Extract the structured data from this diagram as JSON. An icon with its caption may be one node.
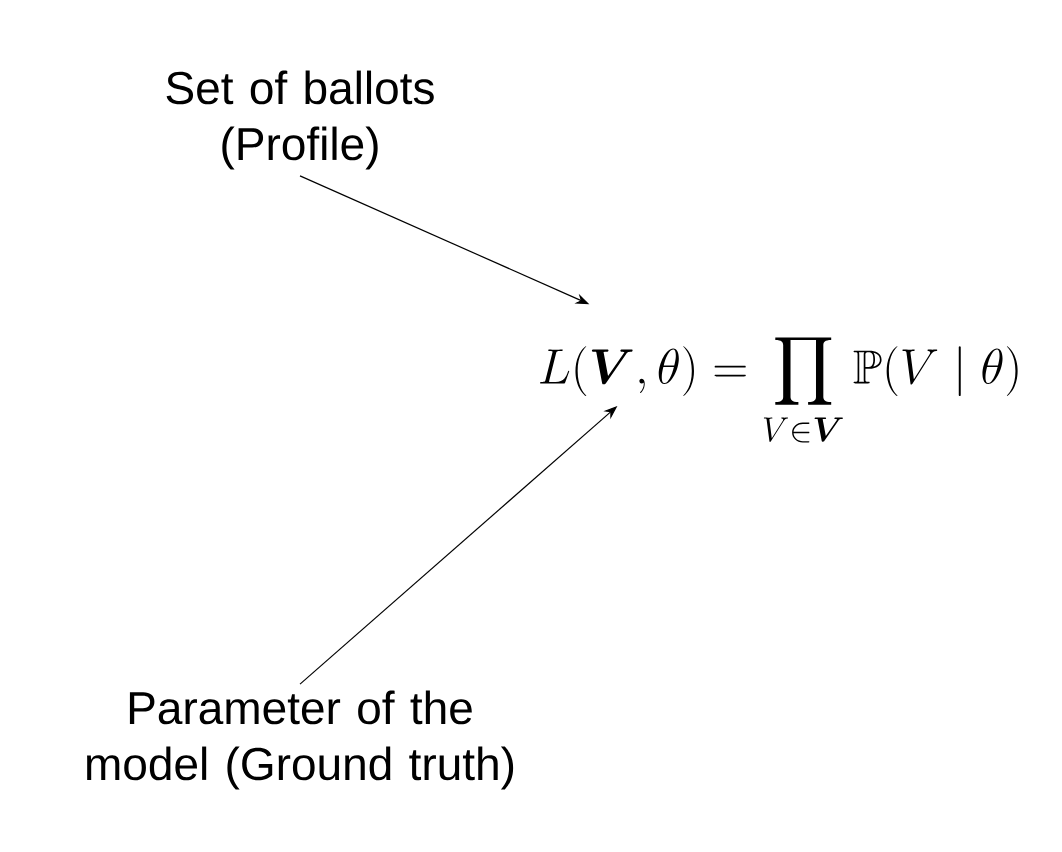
{
  "diagram": {
    "nodes": [
      {
        "text": [
          "Set of ballots (Profile)"
        ]
      },
      {
        "text": [
          "L(\\boldsymbol{V},\\theta) = \\prod_{V\\in\\boldsymbol{V}} \\mathbb{P}(V \\mid \\theta)"
        ]
      },
      {
        "text": [
          "Parameter of the model (Ground truth)"
        ]
      }
    ],
    "edges": [
      {
        "from": 0,
        "to": 1,
        "arrow": "to"
      },
      {
        "from": 2,
        "to": 1,
        "arrow": "to"
      }
    ]
  }
}
